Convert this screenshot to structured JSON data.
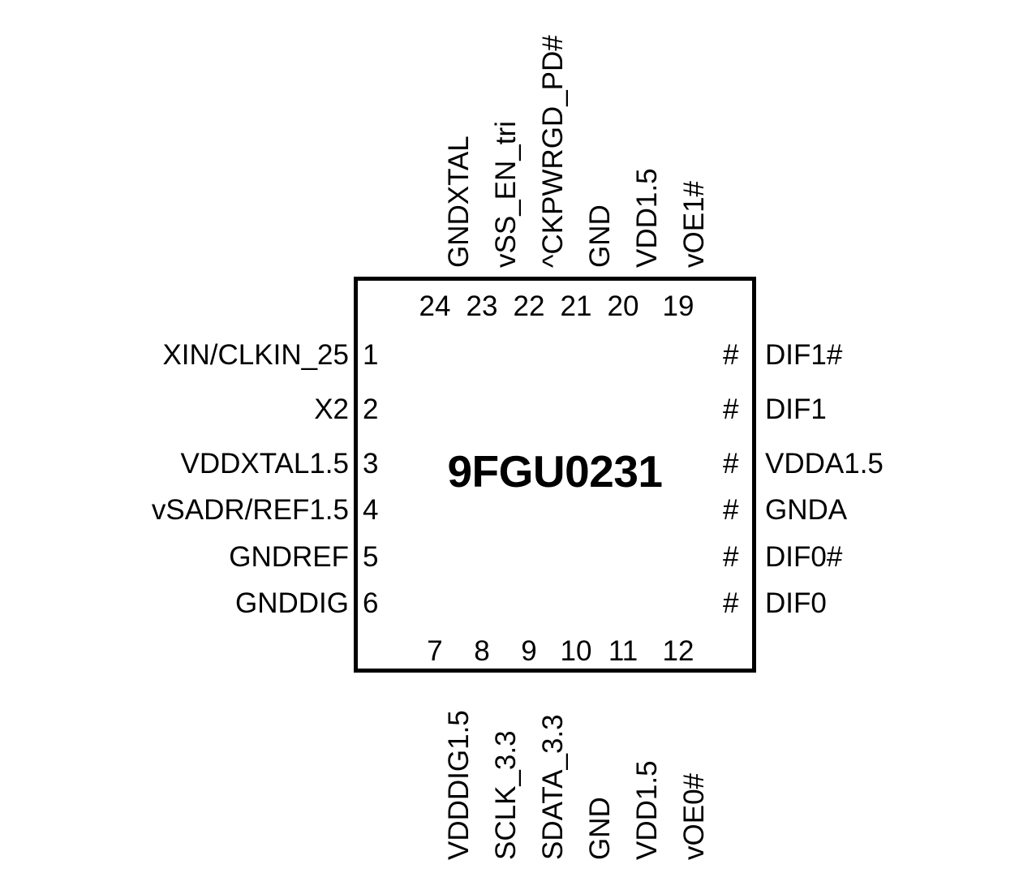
{
  "diagram": {
    "type": "pin-configuration",
    "package": "24-pin",
    "part_number": "9FGU0231",
    "background_color": "#ffffff",
    "line_color": "#000000"
  },
  "chip": {
    "title": "9FGU0231"
  },
  "pins": {
    "left": [
      {
        "number": "1",
        "label": "XIN/CLKIN_25"
      },
      {
        "number": "2",
        "label": "X2"
      },
      {
        "number": "3",
        "label": "VDDXTAL1.5"
      },
      {
        "number": "4",
        "label": "vSADR/REF1.5"
      },
      {
        "number": "5",
        "label": "GNDREF"
      },
      {
        "number": "6",
        "label": "GNDDIG"
      }
    ],
    "bottom": [
      {
        "number": "7",
        "label": "VDDDIG1.5"
      },
      {
        "number": "8",
        "label": "SCLK_3.3"
      },
      {
        "number": "9",
        "label": "SDATA_3.3"
      },
      {
        "number": "10",
        "label": "GND"
      },
      {
        "number": "11",
        "label": "VDD1.5"
      },
      {
        "number": "12",
        "label": "vOE0#"
      }
    ],
    "right": [
      {
        "number": "#",
        "label": "DIF1#"
      },
      {
        "number": "#",
        "label": "DIF1"
      },
      {
        "number": "#",
        "label": "VDDA1.5"
      },
      {
        "number": "#",
        "label": "GNDA"
      },
      {
        "number": "#",
        "label": "DIF0#"
      },
      {
        "number": "#",
        "label": "DIF0"
      }
    ],
    "top": [
      {
        "number": "24",
        "label": "GNDXTAL"
      },
      {
        "number": "23",
        "label": "vSS_EN_tri"
      },
      {
        "number": "22",
        "label": "^CKPWRGD_PD#"
      },
      {
        "number": "21",
        "label": "GND"
      },
      {
        "number": "20",
        "label": "VDD1.5"
      },
      {
        "number": "19",
        "label": "vOE1#"
      }
    ]
  }
}
